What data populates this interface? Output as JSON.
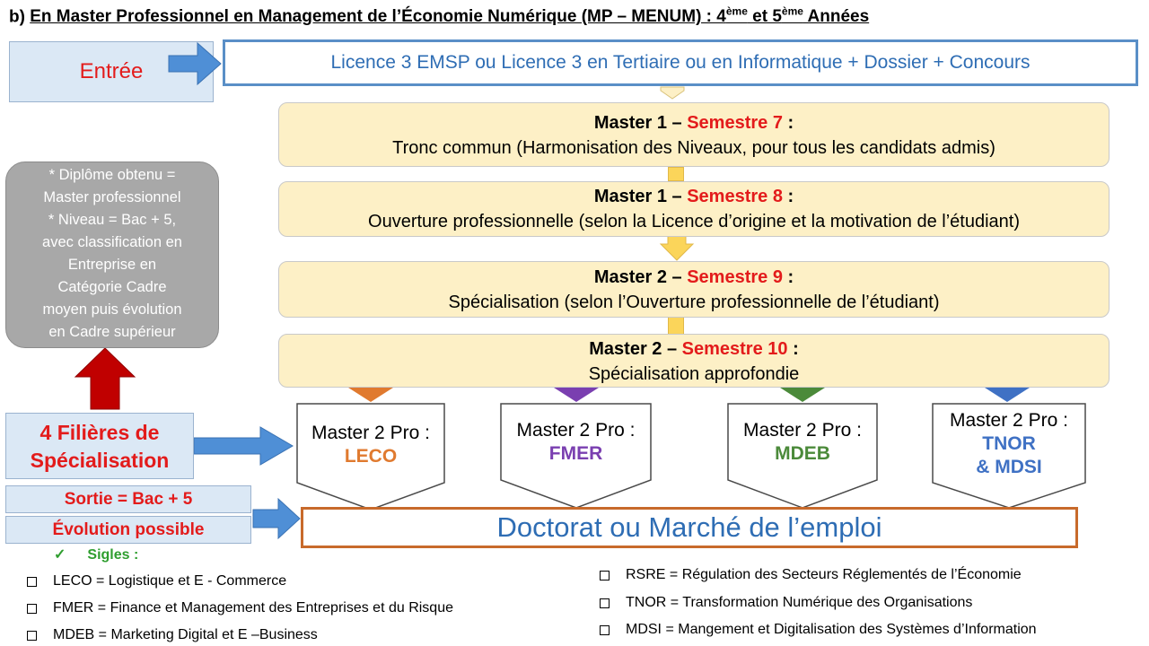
{
  "title": {
    "prefix": "b) ",
    "main": "En Master Professionnel en Management de l’Économie Numérique (MP – MENUM) : 4",
    "sup1": "ème",
    "mid": " et 5",
    "sup2": "ème",
    "end": " Années"
  },
  "entree": {
    "label": "Entrée"
  },
  "licence": {
    "text": "Licence 3 EMSP ou Licence 3 en Tertiaire ou en Informatique + Dossier + Concours"
  },
  "semesters": [
    {
      "prefix": "Master 1 – ",
      "sem": "Semestre 7",
      "suffix": " :",
      "desc": "Tronc commun (Harmonisation des Niveaux, pour tous les candidats admis)"
    },
    {
      "prefix": "Master 1 – ",
      "sem": "Semestre 8",
      "suffix": " :",
      "desc": "Ouverture professionnelle (selon la Licence d’origine et la motivation de l’étudiant)"
    },
    {
      "prefix": "Master 2 – ",
      "sem": "Semestre 9",
      "suffix": " :",
      "desc": "Spécialisation (selon l’Ouverture professionnelle de l’étudiant)"
    },
    {
      "prefix": "Master 2 – ",
      "sem": "Semestre 10",
      "suffix": " :",
      "desc": "Spécialisation approfondie"
    }
  ],
  "diploma": {
    "lines": [
      "* Diplôme obtenu =",
      "Master professionnel",
      "* Niveau = Bac + 5,",
      "avec classification en",
      "Entreprise en",
      "Catégorie Cadre",
      "moyen puis évolution",
      "en Cadre supérieur"
    ]
  },
  "filieres": {
    "line1": "4 Filières de",
    "line2": "Spécialisation"
  },
  "sortie": {
    "label": "Sortie = Bac + 5"
  },
  "evolution": {
    "label": "Évolution possible"
  },
  "specialisations": [
    {
      "heading": "Master 2 Pro :",
      "code": "LECO",
      "code2": "",
      "color": "#e07a2f"
    },
    {
      "heading": "Master 2 Pro :",
      "code": "FMER",
      "code2": "",
      "color": "#7a3fb0"
    },
    {
      "heading": "Master 2 Pro :",
      "code": "MDEB",
      "code2": "",
      "color": "#4b8a3a"
    },
    {
      "heading": "Master 2 Pro :",
      "code": "TNOR",
      "code2": "& MDSI",
      "color": "#3f71c4"
    }
  ],
  "doctorat": {
    "text": "Doctorat ou Marché de l’emploi"
  },
  "sigles": {
    "title": "Sigles :",
    "left": [
      "LECO  = Logistique et E - Commerce",
      "FMER =  Finance et Management des Entreprises et du Risque",
      "MDEB = Marketing Digital et E –Business"
    ],
    "right": [
      "RSRE = Régulation des Secteurs Réglementés de l’Économie",
      "TNOR = Transformation Numérique des Organisations",
      "MDSI = Mangement et Digitalisation des Systèmes d’Information"
    ]
  },
  "colors": {
    "red": "#e31b1b",
    "blue_text": "#2e6db4",
    "blue_arrow": "#4f8fd6",
    "semester_fill": "#fdf0c6",
    "connector": "#fbd55a",
    "dark_red_arrow": "#c00000",
    "green": "#2f9e2f"
  }
}
